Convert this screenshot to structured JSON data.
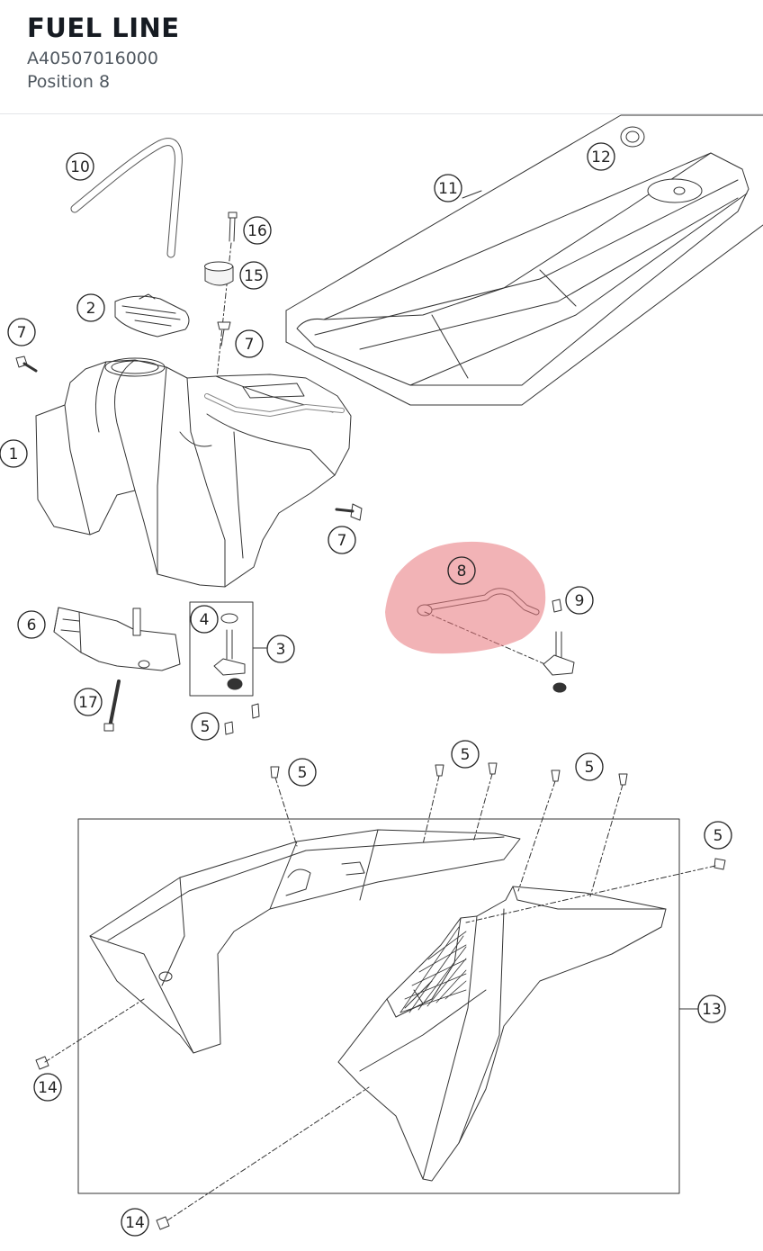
{
  "header": {
    "title": "FUEL LINE",
    "part_number": "A40507016000",
    "position": "Position 8"
  },
  "diagram": {
    "highlight_color": "#e8747a",
    "callouts": [
      "10",
      "12",
      "11",
      "16",
      "2",
      "15",
      "7",
      "7",
      "1",
      "7",
      "8",
      "9",
      "6",
      "4",
      "3",
      "17",
      "5",
      "5",
      "5",
      "5",
      "5",
      "13",
      "14",
      "14"
    ]
  }
}
